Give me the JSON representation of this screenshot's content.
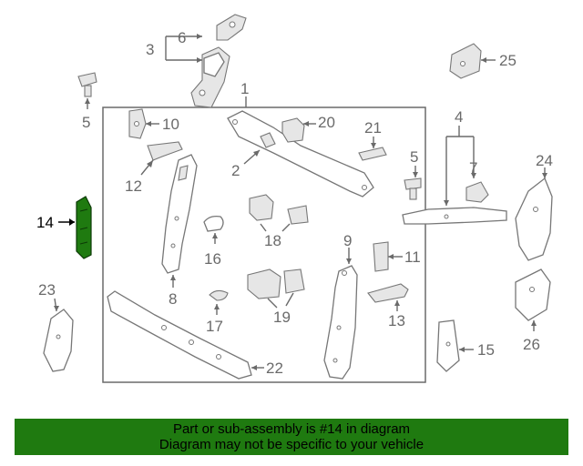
{
  "colors": {
    "banner_bg": "#1f7a10",
    "highlight": "#1f7a10",
    "label": "#6a6a6a",
    "outline": "#777777"
  },
  "callouts": {
    "c1": "1",
    "c2": "2",
    "c3": "3",
    "c4": "4",
    "c5a": "5",
    "c5b": "5",
    "c6": "6",
    "c7": "7",
    "c8": "8",
    "c9": "9",
    "c10": "10",
    "c11": "11",
    "c12": "12",
    "c13": "13",
    "c14": "14",
    "c15": "15",
    "c16": "16",
    "c17": "17",
    "c18": "18",
    "c19": "19",
    "c20": "20",
    "c21": "21",
    "c22": "22",
    "c23": "23",
    "c24": "24",
    "c25": "25",
    "c26": "26"
  },
  "highlighted_part": "14",
  "banner": {
    "line1": "Part or sub-assembly is #14 in diagram",
    "line2": "Diagram may not be specific to your vehicle"
  }
}
